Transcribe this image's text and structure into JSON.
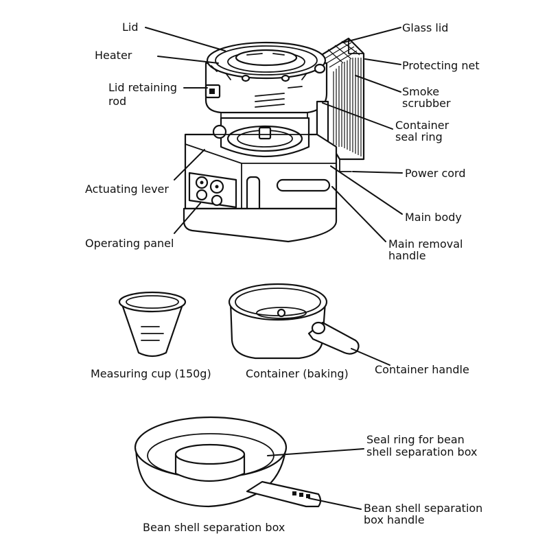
{
  "labels": {
    "lid": "Lid",
    "heater": "Heater",
    "lid_retaining_rod_1": "Lid retaining",
    "lid_retaining_rod_2": "rod",
    "actuating_lever": "Actuating lever",
    "operating_panel": "Operating panel",
    "glass_lid": "Glass lid",
    "protecting_net": "Protecting net",
    "smoke_scrubber_1": "Smoke",
    "smoke_scrubber_2": "scrubber",
    "container_seal_ring_1": "Container",
    "container_seal_ring_2": "seal ring",
    "power_cord": "Power cord",
    "main_body": "Main body",
    "main_removal_handle_1": "Main removal",
    "main_removal_handle_2": "handle",
    "measuring_cup": "Measuring cup (150g)",
    "container_baking": "Container (baking)",
    "container_handle": "Container handle",
    "seal_ring_box_1": "Seal ring for bean",
    "seal_ring_box_2": "shell separation box",
    "box_handle_1": "Bean shell separation",
    "box_handle_2": "box handle",
    "bean_shell_box": "Bean shell separation box"
  },
  "colors": {
    "ink": "#111111",
    "paper": "#ffffff"
  }
}
